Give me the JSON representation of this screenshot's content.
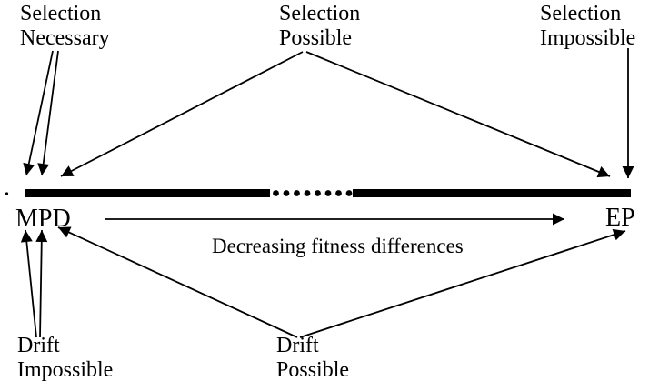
{
  "labels": {
    "selection_necessary": "Selection\nNecessary",
    "selection_possible": "Selection\nPossible",
    "selection_impossible": "Selection\nImpossible",
    "mpd": "MPD",
    "ep": "EP",
    "axis_arrow": "Decreasing fitness differences",
    "drift_impossible": "Drift\nImpossible",
    "drift_possible": "Drift\nPossible"
  },
  "colors": {
    "foreground": "#000000",
    "background": "#ffffff"
  },
  "continuum": {
    "left_end": "MPD",
    "right_end": "EP",
    "segments": [
      "solid",
      "dotted",
      "solid"
    ],
    "dot_count": 8
  },
  "relations": [
    {
      "from": "Selection Necessary",
      "to": "continuum left end",
      "arrows": 2
    },
    {
      "from": "Selection Possible",
      "to": "continuum left end",
      "arrows": 1
    },
    {
      "from": "Selection Possible",
      "to": "continuum right end",
      "arrows": 1
    },
    {
      "from": "Selection Impossible",
      "to": "continuum right end",
      "arrows": 1
    },
    {
      "from": "Drift Impossible",
      "to": "MPD",
      "arrows": 2
    },
    {
      "from": "Drift Possible",
      "to": "MPD",
      "arrows": 1
    },
    {
      "from": "Drift Possible",
      "to": "EP",
      "arrows": 1
    },
    {
      "from": "MPD side",
      "to": "EP side",
      "label": "Decreasing fitness differences",
      "arrows": 1
    }
  ]
}
